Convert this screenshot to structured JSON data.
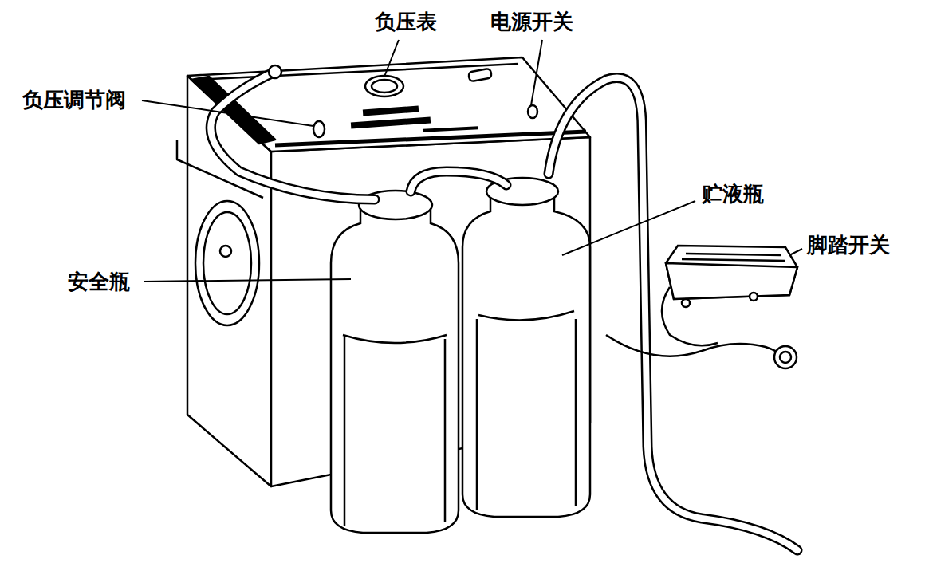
{
  "diagram": {
    "labels": [
      "负压表",
      "电源开关",
      "负压调节阀",
      "贮液瓶",
      "安全瓶",
      "脚踏开关"
    ]
  }
}
